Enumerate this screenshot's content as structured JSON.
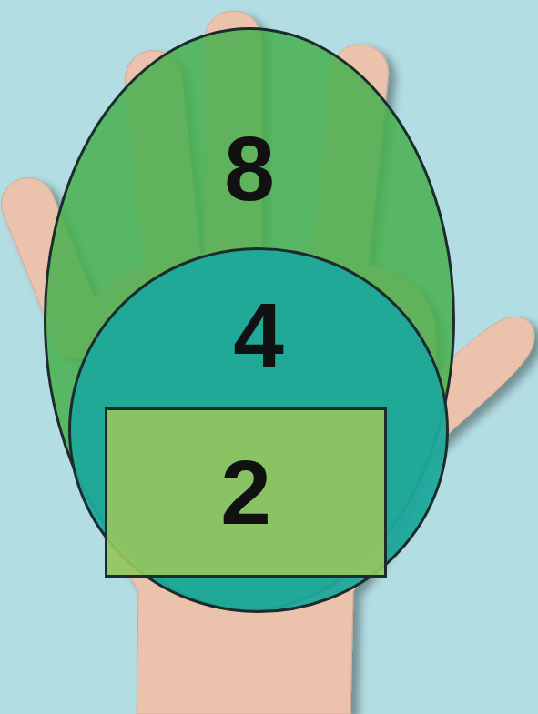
{
  "diagram": {
    "nodes": [
      {
        "text": [
          "8"
        ]
      },
      {
        "text": [
          "4"
        ],
        "in": 0
      },
      {
        "text": [
          "2"
        ],
        "in": 1
      }
    ]
  }
}
